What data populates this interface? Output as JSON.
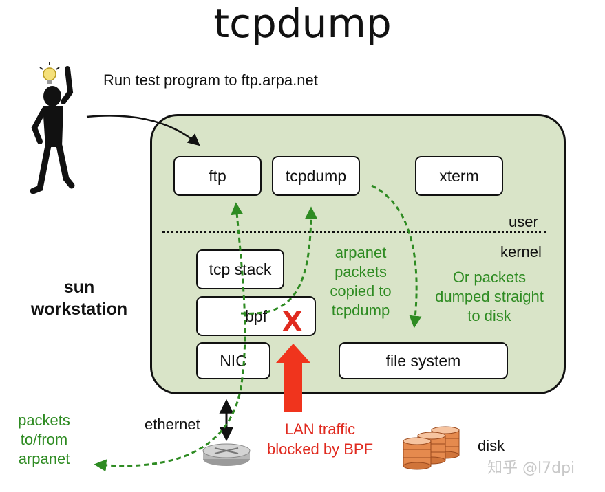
{
  "title": "tcpdump",
  "instruction": "Run test program to ftp.arpa.net",
  "machine_label": "sun workstation",
  "boxes": {
    "ftp": "ftp",
    "tcpdump": "tcpdump",
    "xterm": "xterm",
    "tcp_stack": "tcp stack",
    "bpf": "bpf",
    "nic": "NIC",
    "file_system": "file system"
  },
  "layers": {
    "user": "user",
    "kernel": "kernel"
  },
  "blocked_mark": "X",
  "notes": {
    "arpanet_copied": [
      "arpanet",
      "packets",
      "copied to",
      "tcpdump"
    ],
    "dumped": [
      "Or packets",
      "dumped straight",
      "to disk"
    ],
    "packets_to_from": [
      "packets",
      "to/from",
      "arpanet"
    ],
    "lan_traffic": [
      "LAN traffic",
      "blocked by BPF"
    ]
  },
  "ethernet_label": "ethernet",
  "disk_label": "disk",
  "watermark": "知乎 @l7dpi",
  "colors": {
    "panel": "#d9e4c8",
    "green": "#2e8b22",
    "red": "#e02a1f",
    "disk": "#e58a4e"
  }
}
